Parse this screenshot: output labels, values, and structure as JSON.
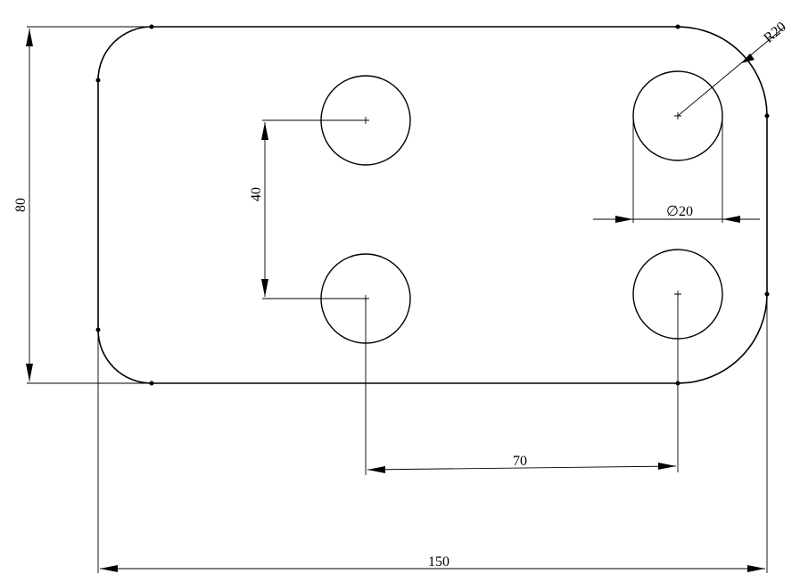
{
  "dimensions": {
    "height": "80",
    "width": "150",
    "hole_spacing_vertical": "40",
    "hole_spacing_horizontal": "70",
    "hole_diameter": "∅20",
    "corner_radius": "R20"
  }
}
